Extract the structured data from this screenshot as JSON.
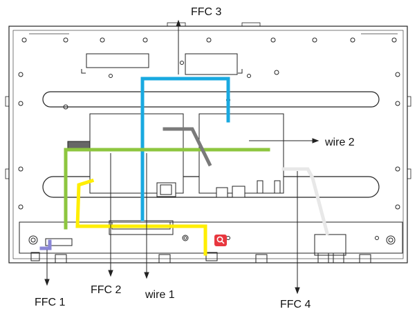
{
  "labels": {
    "ffc3": "FFC 3",
    "wire2": "wire 2",
    "ffc1": "FFC 1",
    "ffc2": "FFC 2",
    "wire1": "wire 1",
    "ffc4": "FFC 4"
  },
  "colors": {
    "ffc1": "#8a86d6",
    "ffc2": "#ffee00",
    "ffc3": "#19a9e0",
    "ffc4": "#e8e8e8",
    "wire1": "#8dc63f",
    "wire2": "#7a7a7a",
    "callout_badge": "#e8373f"
  },
  "icons": {
    "badge": "search-icon"
  }
}
